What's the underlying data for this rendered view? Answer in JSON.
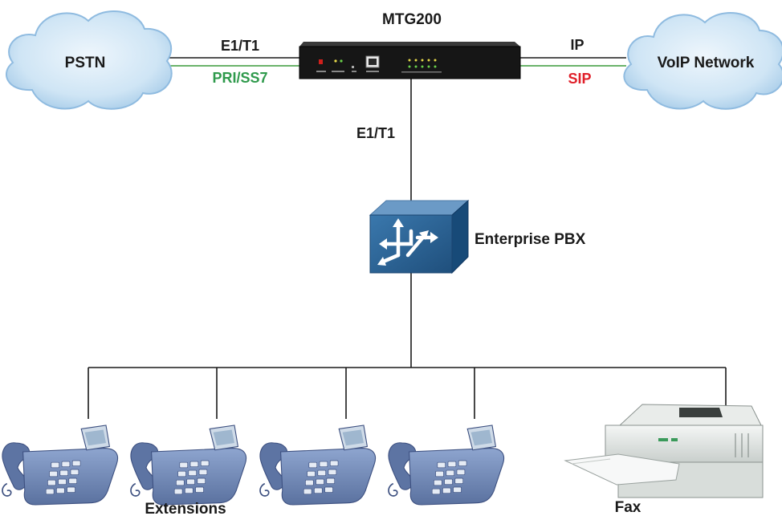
{
  "device": {
    "name": "MTG200"
  },
  "pstn": {
    "label": "PSTN",
    "link_label": "E1/T1",
    "protocol_label": "PRI/SS7"
  },
  "voip": {
    "label": "VoIP Network",
    "link_label": "IP",
    "protocol_label": "SIP"
  },
  "pbx": {
    "link_label": "E1/T1",
    "label": "Enterprise PBX"
  },
  "endpoints": {
    "extensions_label": "Extensions",
    "fax_label": "Fax"
  },
  "colors": {
    "line": "#1a1a1a",
    "green_line": "#3a9a3a",
    "pri_label": "#2f9a4c",
    "sip_label": "#e0202a",
    "cloud": "#c7e1f3",
    "cloud_edge": "#9cc3e2",
    "pbx_front": "#2c6597",
    "phone": "#7089b7"
  }
}
